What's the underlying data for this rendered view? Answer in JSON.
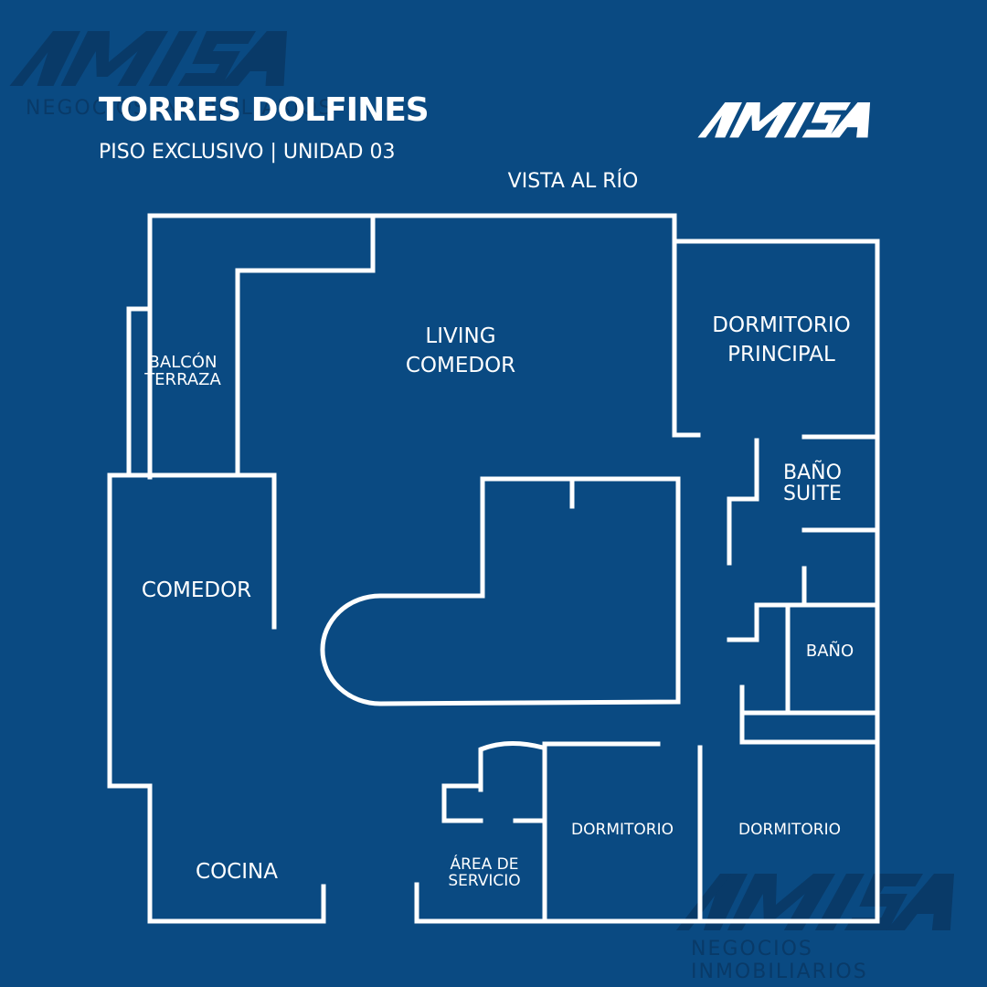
{
  "header": {
    "title": "TORRES DOLFINES",
    "subtitle": "PISO EXCLUSIVO | UNIDAD 03",
    "view_label": "VISTA AL RÍO"
  },
  "brand": {
    "logo_text": "AMISA",
    "tagline": "NEGOCIOS INMOBILIARIOS"
  },
  "rooms": {
    "balcon": "BALCÓN\nTERRAZA",
    "living": "LIVING\nCOMEDOR",
    "dormitorio_principal": "DORMITORIO\nPRINCIPAL",
    "bano_suite": "BAÑO\nSUITE",
    "comedor": "COMEDOR",
    "bano": "BAÑO",
    "dormitorio_1": "DORMITORIO",
    "dormitorio_2": "DORMITORIO",
    "area_servicio": "ÁREA DE\nSERVICIO",
    "cocina": "COCINA"
  },
  "colors": {
    "background": "#0a4a82",
    "walls": "#ffffff",
    "watermark": "#093a68"
  }
}
